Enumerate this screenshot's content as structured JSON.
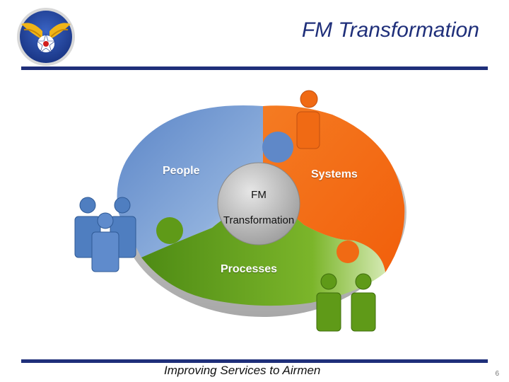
{
  "header": {
    "title": "FM Transformation"
  },
  "diagram": {
    "segments": {
      "people": "People",
      "systems": "Systems",
      "processes": "Processes"
    },
    "center": {
      "line1": "FM",
      "line2": "Transformation"
    }
  },
  "footer": {
    "tagline": "Improving Services to Airmen",
    "page_number": "6"
  },
  "colors": {
    "navy": "#1f2f7a",
    "people_blue": "#4f7ec0",
    "systems_orange": "#f06a14",
    "processes_green": "#5f9a18",
    "hub_gray": "#b3b3b3"
  }
}
